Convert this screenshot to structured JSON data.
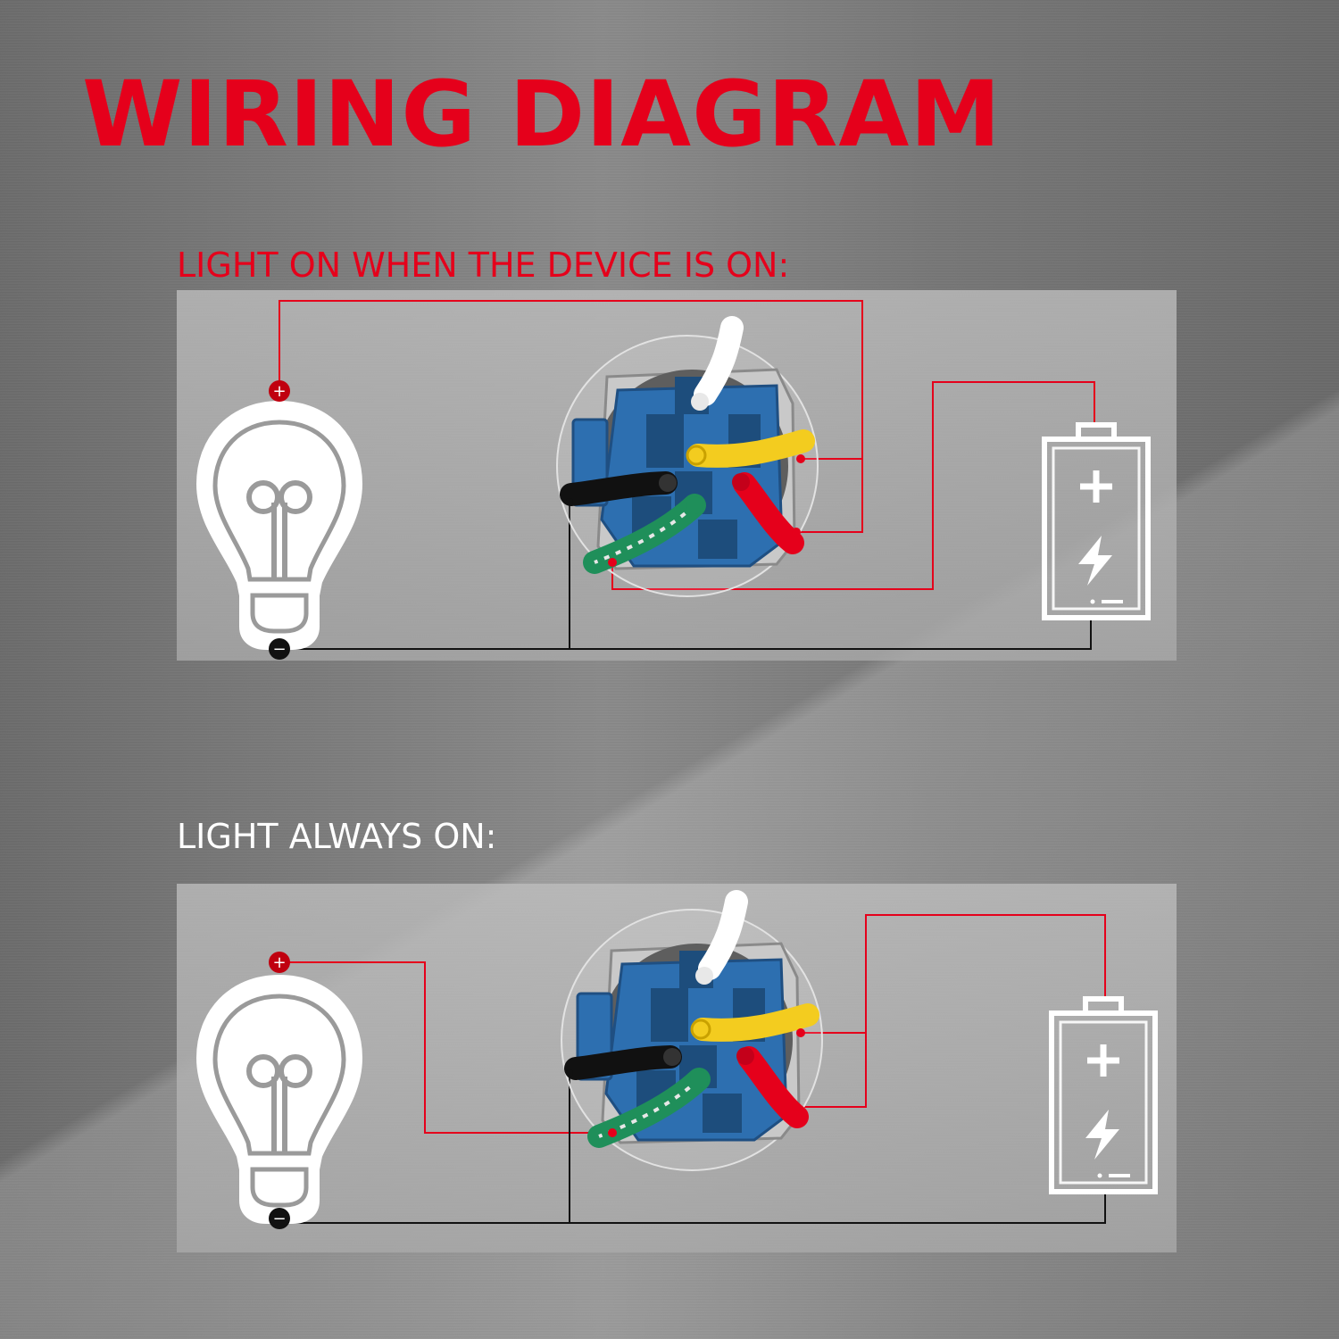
{
  "header": {
    "title": "WIRING DIAGRAM"
  },
  "diagrams": [
    {
      "label": "LIGHT ON WHEN THE DEVICE IS ON:",
      "label_color": "#e5001b"
    },
    {
      "label": "LIGHT ALWAYS ON:",
      "label_color": "#ffffff"
    }
  ],
  "terminals": {
    "positive": "+",
    "negative": "−"
  },
  "icons": [
    "light-bulb-icon",
    "battery-icon",
    "push-button-switch-connector"
  ],
  "colors": {
    "accent": "#e5001b",
    "wire_red": "#e5001b",
    "wire_black": "#111111",
    "connector_blue": "#2d6fb0",
    "wire_yellow": "#f3cc1f",
    "wire_green": "#1f8f5a"
  }
}
